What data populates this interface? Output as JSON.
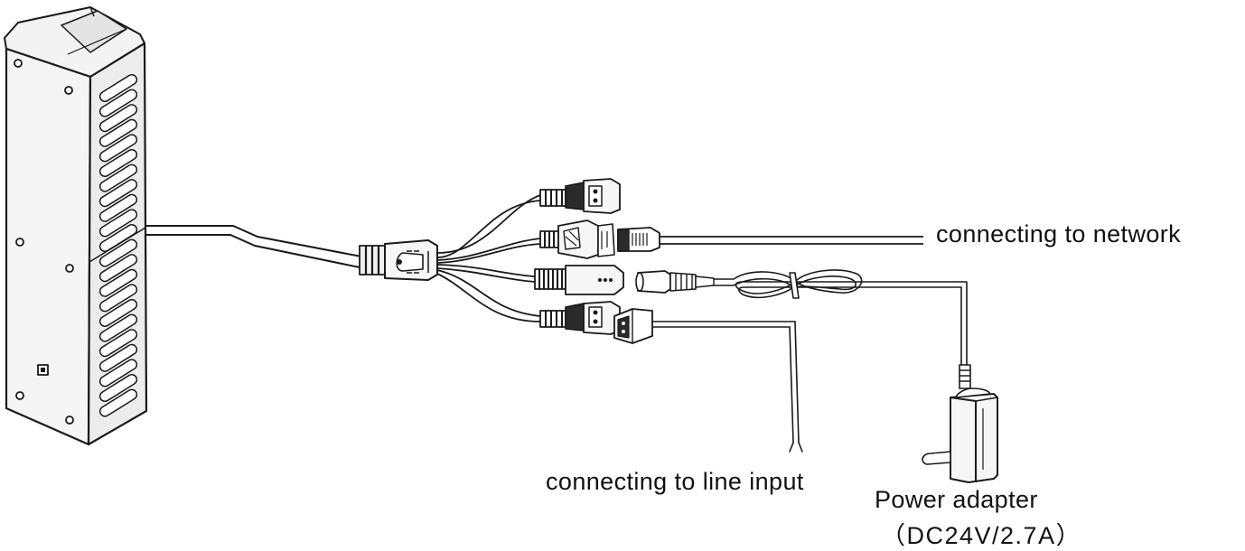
{
  "labels": {
    "network": "connecting to network",
    "line_input": "connecting to line input",
    "power_adapter": "Power adapter",
    "power_spec": "（DC24V/2.7A）"
  },
  "colors": {
    "line": "#1a1a1a",
    "fill_light": "#f2f2f2",
    "fill_white": "#ffffff",
    "fill_dark": "#2a2a2a"
  },
  "icons": {
    "device": "column-speaker-icon",
    "splitter": "cable-splitter-icon",
    "network_port": "rj45-connector-icon",
    "power_port": "dc-barrel-connector-icon",
    "audio_port": "terminal-block-connector-icon",
    "adapter": "power-adapter-icon"
  }
}
